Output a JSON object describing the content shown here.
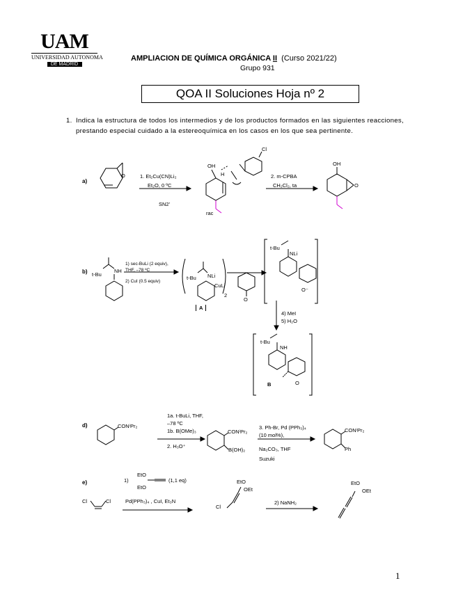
{
  "header": {
    "logo_main": "UAM",
    "logo_line": "UNIVERSIDAD AUTONOMA",
    "logo_sub": "DE MADRID",
    "course_title": "AMPLIACION DE QUÍMICA ORGÁNICA ",
    "course_roman": "II",
    "course_year": "(Curso 2021/22)",
    "group": "Grupo 931"
  },
  "title": "QOA II Soluciones Hoja nº 2",
  "question": {
    "number": "1.",
    "text": "Indica la estructura de todos los intermedios y de los productos formados en las siguientes reacciones, prestando especial cuidado a la estereoquímica en los casos en los que sea pertinente."
  },
  "reaction_a": {
    "label": "a)",
    "step1_line1": "1. Et₂Cu(CN)Li₂",
    "step1_line2": "Et₂O, 0 ºC",
    "mechanism": "SN2'",
    "rac": "rac",
    "step2_line1": "2. m-CPBA",
    "step2_line2": "CH₂Cl₂, ta",
    "cl": "Cl",
    "oh": "OH",
    "o": "O",
    "h": "H"
  },
  "reaction_b": {
    "label": "b)",
    "reagent_line1": "1) sec-BuLi (2 equiv),",
    "reagent_line2": "THF, –78 ºC",
    "reagent_line3": "2) CuI (0.5 equiv)",
    "tBu": "t-Bu",
    "nh": "NH",
    "nli": "NLi",
    "culi": "CuLi",
    "subscript2": "2",
    "intermediate_A": "A",
    "step4": "4) MeI",
    "step5": "5) H₂O",
    "product_B": "B",
    "o_minus": "O⁻",
    "o": "O"
  },
  "reaction_d": {
    "label": "d)",
    "step1a": "1a. t-BuLi, THF,",
    "step1a_temp": "–78 ºC",
    "step1b": "1b. B(OMe)₃",
    "step2": "2. H₃O⁺",
    "step3_line1": "3. Ph-Br,  Pd (PPh₃)₄",
    "step3_line2": "(10 mol%),",
    "step3_line3": "Na₂CO₃, THF",
    "suzuki": "Suzuki",
    "amide": "CONⁱPr₂",
    "boronic": "B(OH)₂",
    "ph": "Ph"
  },
  "reaction_e": {
    "label": "e)",
    "step1": "1)",
    "eq": "(1,1 eq)",
    "conditions": "Pd(PPh₃)₄ , CuI, Et₃N",
    "step2": "2) NaNH₂",
    "eto": "EtO",
    "oet": "OEt",
    "cl": "Cl"
  },
  "page_number": "1"
}
